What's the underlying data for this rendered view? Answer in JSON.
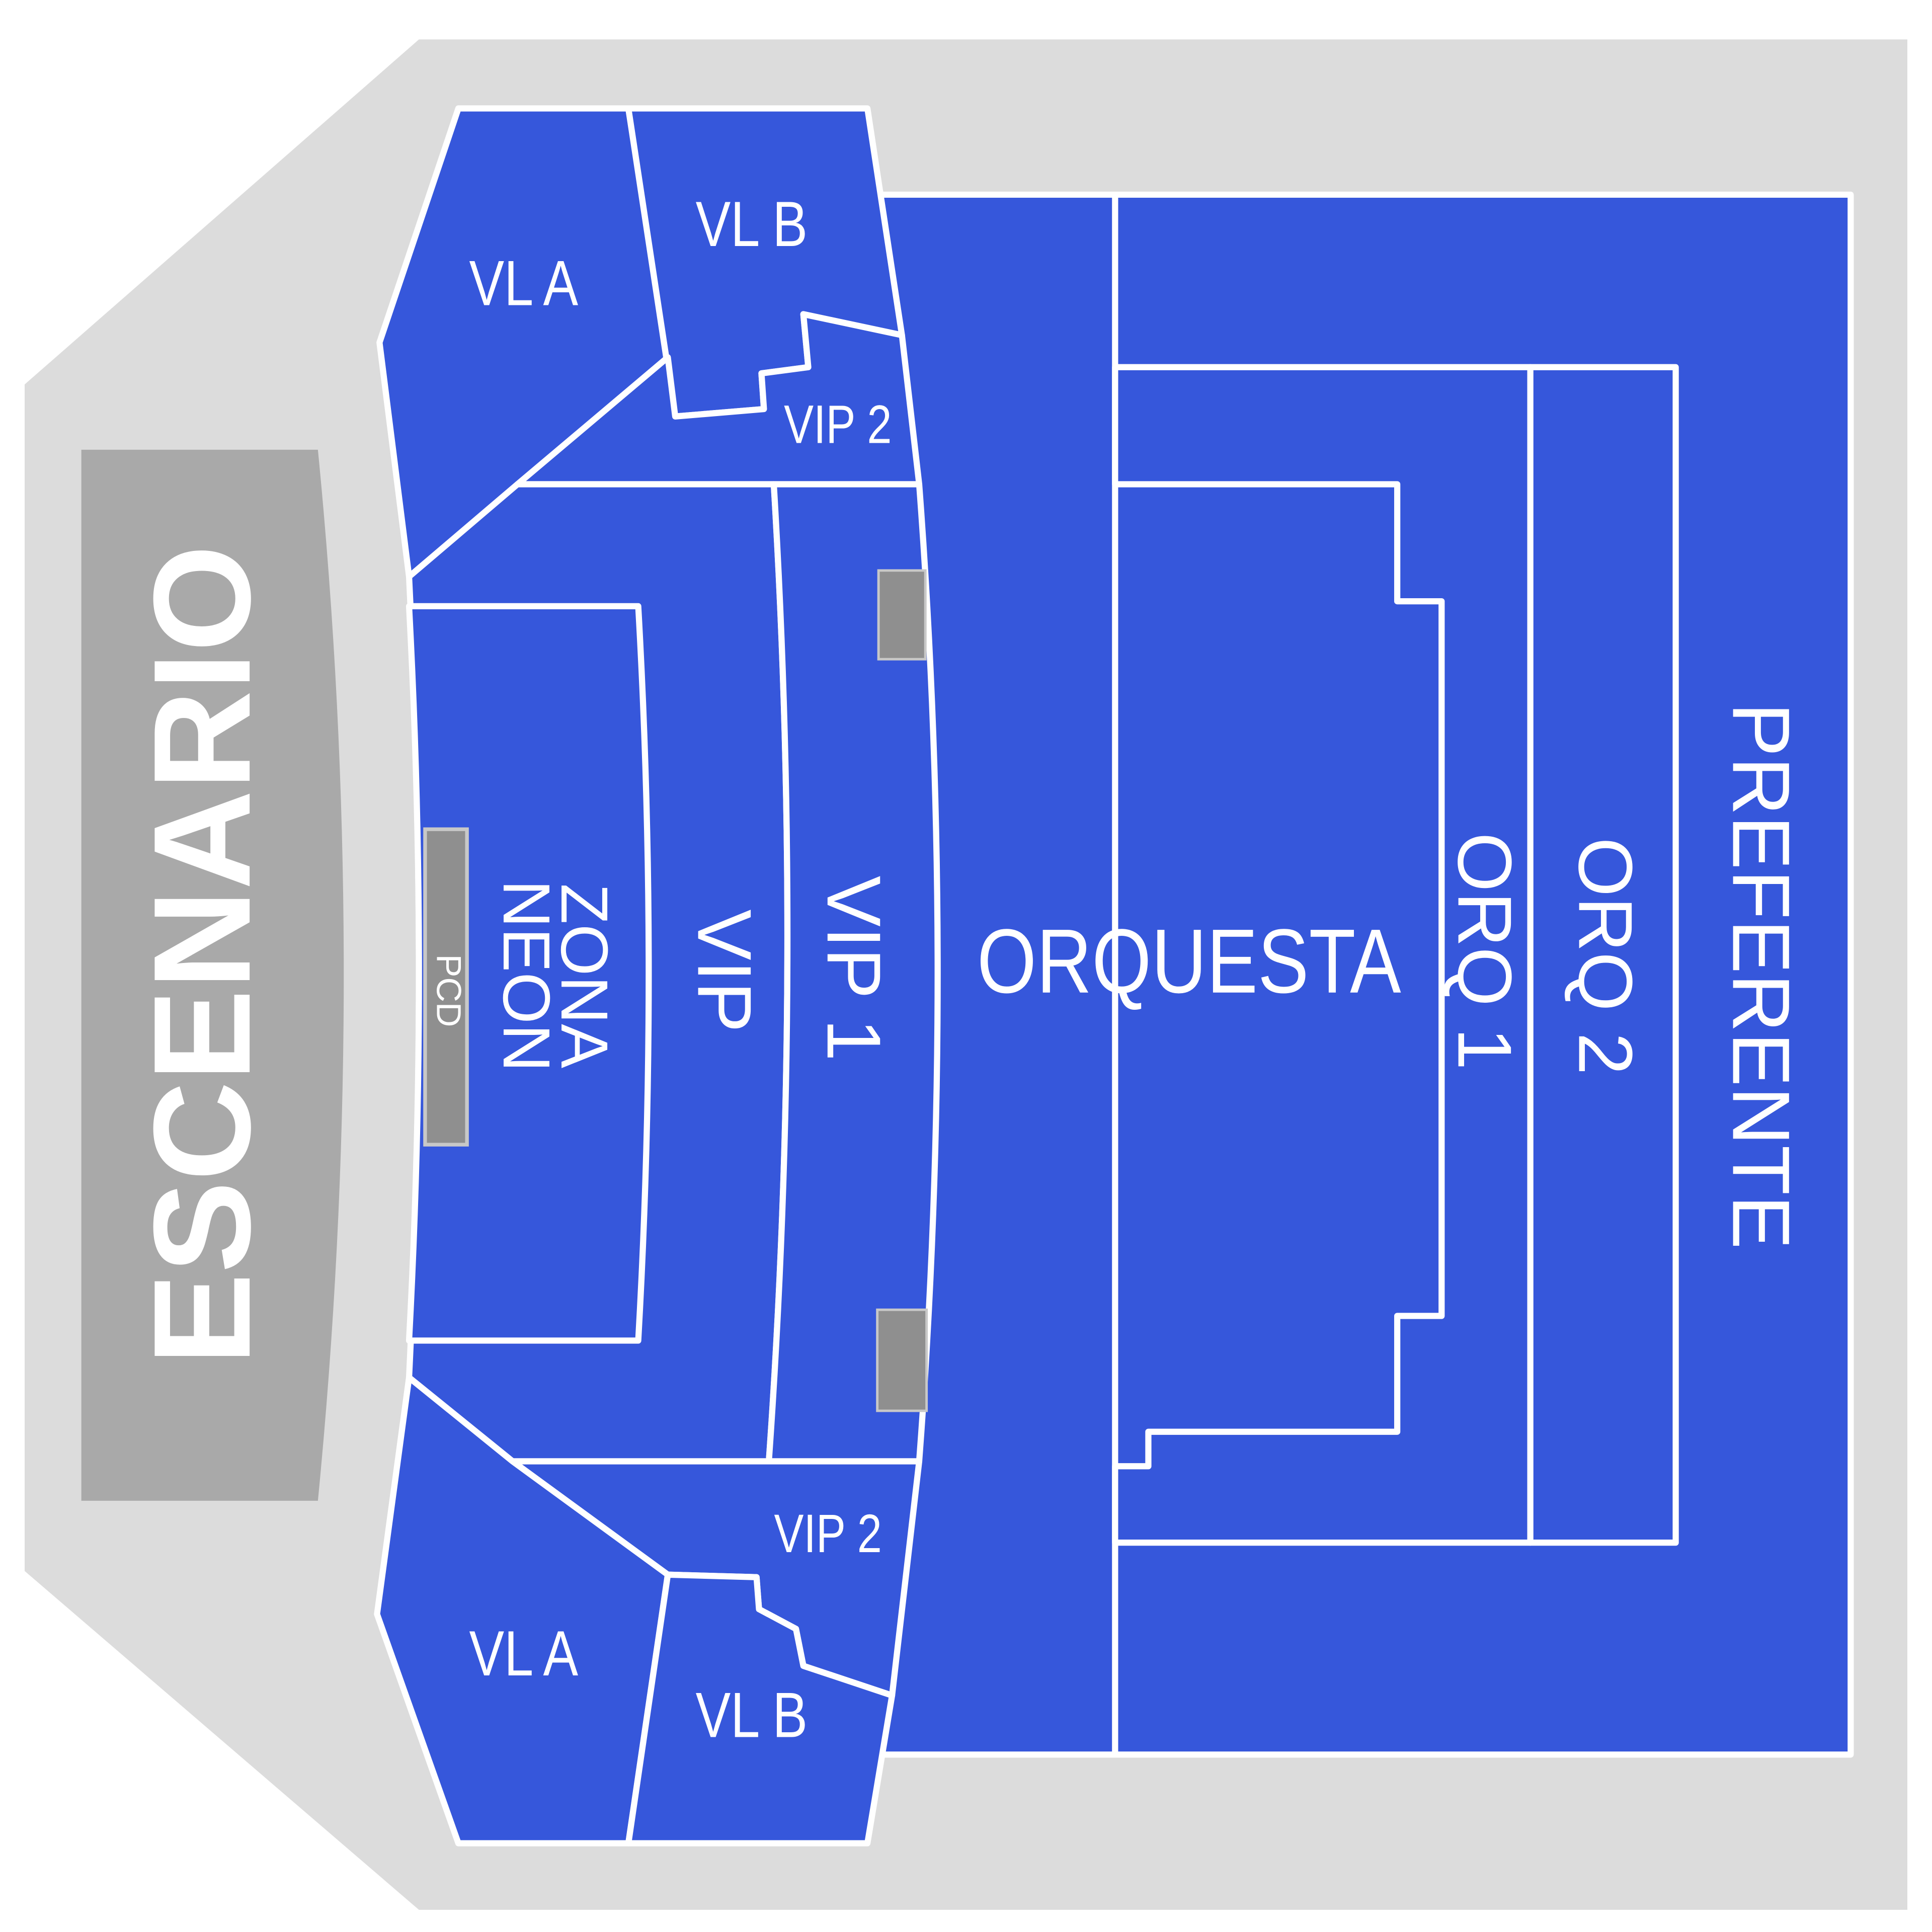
{
  "colors": {
    "venue_outline": "#dcdcdc",
    "section_fill": "#3657db",
    "section_border": "#ffffff",
    "stage_fill": "#a9a9a9",
    "pcd_fill": "#8f8f8f",
    "label_text": "#ffffff",
    "stage_text": "#ffffff"
  },
  "stage": {
    "label": "ESCENARIO"
  },
  "sections": {
    "vl_a_top": "VL A",
    "vl_b_top": "VL B",
    "vip2_top": "VIP 2",
    "zona_neon_line1": "ZONA",
    "zona_neon_line2": "NEON",
    "pcd": "PCD",
    "vip": "VIP",
    "vip1": "VIP 1",
    "vip2_bottom": "VIP 2",
    "vl_a_bottom": "VL A",
    "vl_b_bottom": "VL B",
    "orquesta": "ORQUESTA",
    "orq1": "ORQ 1",
    "orq2": "ORQ 2",
    "preferente": "PREFERENTE"
  }
}
